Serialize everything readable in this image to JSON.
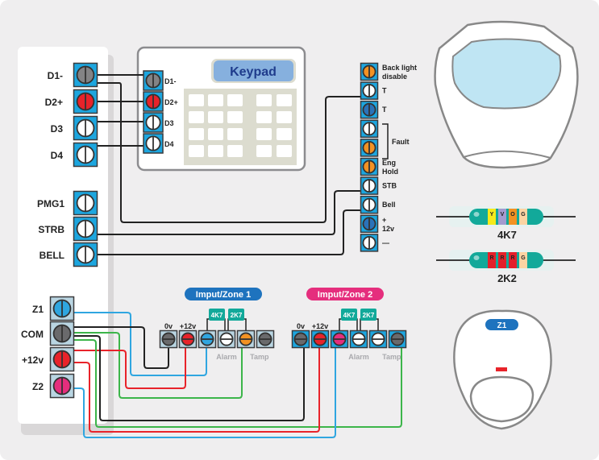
{
  "colors": {
    "background": "#efeeef",
    "panel": "#ffffff",
    "terminal_blue": "#1ca6df",
    "terminal_light": "#b9d5e2",
    "wire_black": "#222222",
    "wire_blue": "#2fa6e0",
    "wire_red": "#e8232a",
    "wire_green": "#3cb54a",
    "zone1_badge": "#1e73be",
    "zone2_badge": "#e52e7d",
    "resistor_body": "#12a99a",
    "keypad_title_bg": "#86b0de",
    "keypad_title_text": "#1f3c8c"
  },
  "panel": {
    "terminals_top": [
      {
        "label": "D1-",
        "screw": "gray"
      },
      {
        "label": "D2+",
        "screw": "red"
      },
      {
        "label": "D3",
        "screw": "white"
      },
      {
        "label": "D4",
        "screw": "white"
      }
    ],
    "terminals_mid": [
      {
        "label": "PMG1",
        "screw": "white"
      },
      {
        "label": "STRB",
        "screw": "white"
      },
      {
        "label": "BELL",
        "screw": "white"
      }
    ],
    "terminals_zone": [
      {
        "label": "Z1",
        "screw": "blue"
      },
      {
        "label": "COM",
        "screw": "darkgray"
      },
      {
        "label": "+12v",
        "screw": "red"
      },
      {
        "label": "Z2",
        "screw": "pink"
      }
    ]
  },
  "keypad": {
    "title": "Keypad",
    "terminals": [
      {
        "label": "D1-",
        "screw": "gray"
      },
      {
        "label": "D2+",
        "screw": "red"
      },
      {
        "label": "D3",
        "screw": "white"
      },
      {
        "label": "D4",
        "screw": "white"
      }
    ],
    "key_rows": 4,
    "key_cols": 5
  },
  "siren": {
    "terminals": [
      {
        "label": "Back light",
        "label2": "disable",
        "screw": "orange"
      },
      {
        "label": "T",
        "label2": "",
        "screw": "white"
      },
      {
        "label": "T",
        "label2": "",
        "screw": "darkblue"
      },
      {
        "label": "",
        "label2": "",
        "screw": "white"
      },
      {
        "label": "",
        "label2": "",
        "screw": "orange"
      },
      {
        "label": "Eng",
        "label2": "Hold",
        "screw": "orange"
      },
      {
        "label": "STB",
        "label2": "",
        "screw": "white"
      },
      {
        "label": "Bell",
        "label2": "",
        "screw": "white"
      },
      {
        "label": "+",
        "label2": "12v",
        "screw": "darkblue"
      },
      {
        "label": "—",
        "label2": "",
        "screw": "white"
      }
    ],
    "fault_label": "Fault"
  },
  "resistors": [
    {
      "name": "4K7",
      "bands": [
        {
          "code": "Y",
          "color": "#f5ea1b"
        },
        {
          "code": "V",
          "color": "#a39bd0"
        },
        {
          "code": "O",
          "color": "#f39223"
        },
        {
          "code": "G",
          "color": "#fbd4a3"
        }
      ]
    },
    {
      "name": "2K2",
      "bands": [
        {
          "code": "R",
          "color": "#e3202a"
        },
        {
          "code": "R",
          "color": "#e3202a"
        },
        {
          "code": "R",
          "color": "#e3202a"
        },
        {
          "code": "G",
          "color": "#fbd4a3"
        }
      ]
    }
  ],
  "zones": [
    {
      "title": "Imput/Zone 1",
      "terminal_style": "light",
      "labels": {
        "v0": "0v",
        "v12": "+12v",
        "alarm": "Alarm",
        "tamp": "Tamp"
      },
      "resistor_tags": [
        "4K7",
        "2K7"
      ],
      "screws": [
        "darkgray",
        "red",
        "blue",
        "white",
        "orange",
        "darkgray"
      ]
    },
    {
      "title": "Imput/Zone 2",
      "terminal_style": "blue",
      "labels": {
        "v0": "0v",
        "v12": "+12v",
        "alarm": "Alarm",
        "tamp": "Tamp"
      },
      "resistor_tags": [
        "4K7",
        "2K7"
      ],
      "screws": [
        "darkgray",
        "red",
        "pink",
        "white",
        "white",
        "darkgray"
      ]
    }
  ],
  "pir": {
    "badge": "Z1"
  }
}
